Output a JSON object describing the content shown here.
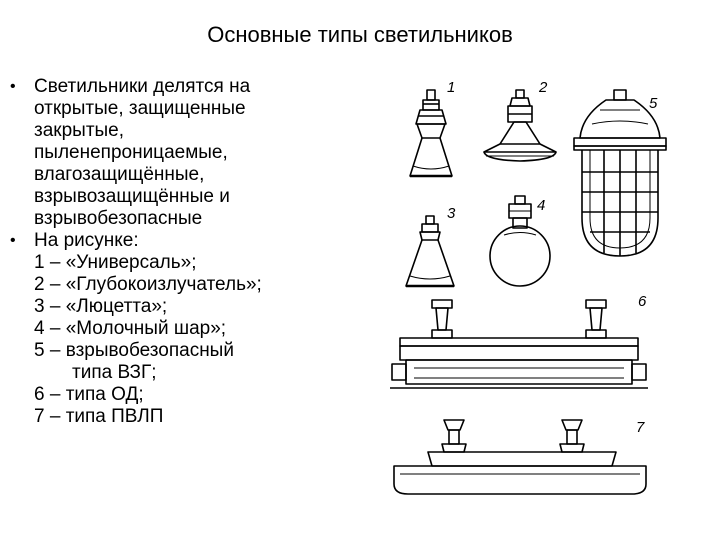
{
  "title": "Основные типы светильников",
  "bullets": [
    {
      "lines": [
        "Светильники делятся на",
        "открытые, защищенные",
        "закрытые,",
        "пыленепроницаемые,",
        "влагозащищённые,",
        "взрывозащищённые и",
        "взрывобезопасные"
      ]
    },
    {
      "lines": [
        "На рисунке:"
      ]
    }
  ],
  "legend": [
    {
      "text": "1 – «Универсаль»;"
    },
    {
      "text": "2 – «Глубокоизлучатель»;"
    },
    {
      "text": "3 – «Люцетта»;"
    },
    {
      "text": "4 – «Молочный шар»;"
    },
    {
      "text": "5 – взрывобезопасный",
      "cont": "типа ВЗГ;"
    },
    {
      "text": "6 – типа ОД;"
    },
    {
      "text": "7 – типа ПВЛП"
    }
  ],
  "figure_labels": [
    "1",
    "2",
    "3",
    "4",
    "5",
    "6",
    "7"
  ]
}
